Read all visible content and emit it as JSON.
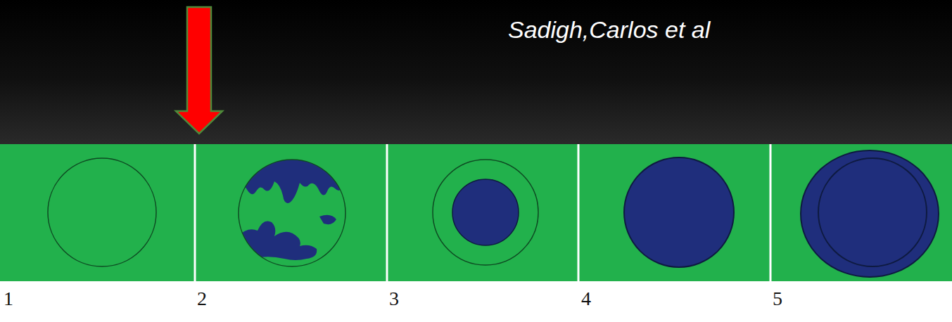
{
  "diagram": {
    "labels": [
      "Sadigh,Carlos et al",
      "1",
      "2",
      "3",
      "4",
      "5"
    ]
  }
}
